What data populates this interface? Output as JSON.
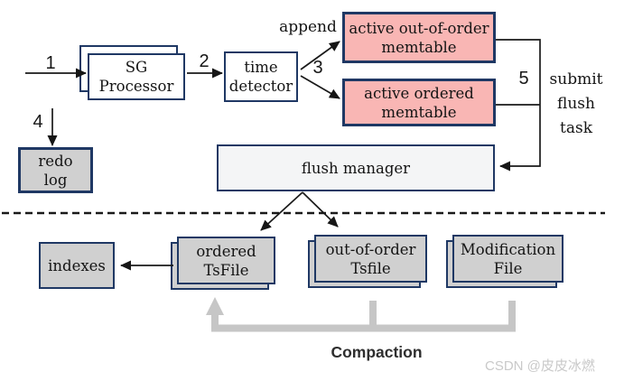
{
  "colors": {
    "navy": "#1f3864",
    "pink": "#f9b6b4",
    "boxgray": "#d0d0d0",
    "light": "#f4f5f6",
    "ink": "#141414",
    "compaction": "#c6c6c6",
    "watermark": "#c9c9c9"
  },
  "steps": {
    "s1": "1",
    "s2": "2",
    "s3": "3",
    "s4": "4",
    "s5": "5"
  },
  "labels": {
    "append": "append",
    "submit_line1": "submit",
    "submit_line2": "flush",
    "submit_line3": "task",
    "compaction": "Compaction",
    "watermark": "CSDN @皮皮冰燃"
  },
  "nodes": {
    "sg_processor": {
      "line1": "SG",
      "line2": "Processor"
    },
    "time_detector": {
      "line1": "time",
      "line2": "detector"
    },
    "active_ooo_memtable": {
      "line1": "active out-of-order",
      "line2": "memtable"
    },
    "active_ordered_memtable": {
      "line1": "active ordered",
      "line2": "memtable"
    },
    "flush_manager": {
      "label": "flush manager"
    },
    "redo_log": {
      "line1": "redo",
      "line2": "log"
    },
    "indexes": {
      "label": "indexes"
    },
    "ordered_tsfile": {
      "line1": "ordered",
      "line2": "TsFile"
    },
    "out_of_order_tsfile": {
      "line1": "out-of-order",
      "line2": "Tsfile"
    },
    "modification_file": {
      "line1": "Modification",
      "line2": "File"
    }
  }
}
